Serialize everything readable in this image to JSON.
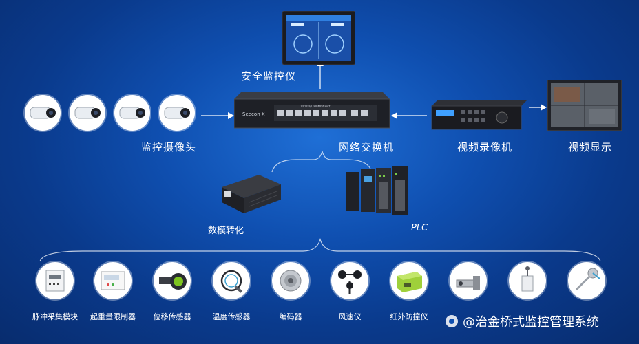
{
  "monitor": {
    "label": "安全监控仪"
  },
  "switch": {
    "label": "网络交换机",
    "brand": "Seecon X",
    "ports_caption": "10/100/1000Mbit Port"
  },
  "cameras": {
    "label": "监控摄像头",
    "count": 4
  },
  "recorder": {
    "label": "视频录像机"
  },
  "display": {
    "label": "视频显示"
  },
  "converter": {
    "label": "数模转化"
  },
  "plc": {
    "label": "PLC"
  },
  "sensors": [
    {
      "label": "脉冲采集模块",
      "icon": "pulse-module-icon"
    },
    {
      "label": "起重量限制器",
      "icon": "load-limiter-icon"
    },
    {
      "label": "位移传感器",
      "icon": "displacement-sensor-icon"
    },
    {
      "label": "温度传感器",
      "icon": "temperature-sensor-icon"
    },
    {
      "label": "编码器",
      "icon": "encoder-icon"
    },
    {
      "label": "风速仪",
      "icon": "anemometer-icon"
    },
    {
      "label": "红外防撞仪",
      "icon": "infrared-anticollision-icon"
    },
    {
      "label": "",
      "icon": "sensor-icon"
    },
    {
      "label": "",
      "icon": "limit-switch-icon"
    },
    {
      "label": "",
      "icon": "probe-sensor-icon"
    }
  ],
  "watermark": "@治金桥式监控管理系统",
  "colors": {
    "background": "#0f4fb0",
    "line": "#ffffff",
    "accent_green": "#7ec41f"
  }
}
